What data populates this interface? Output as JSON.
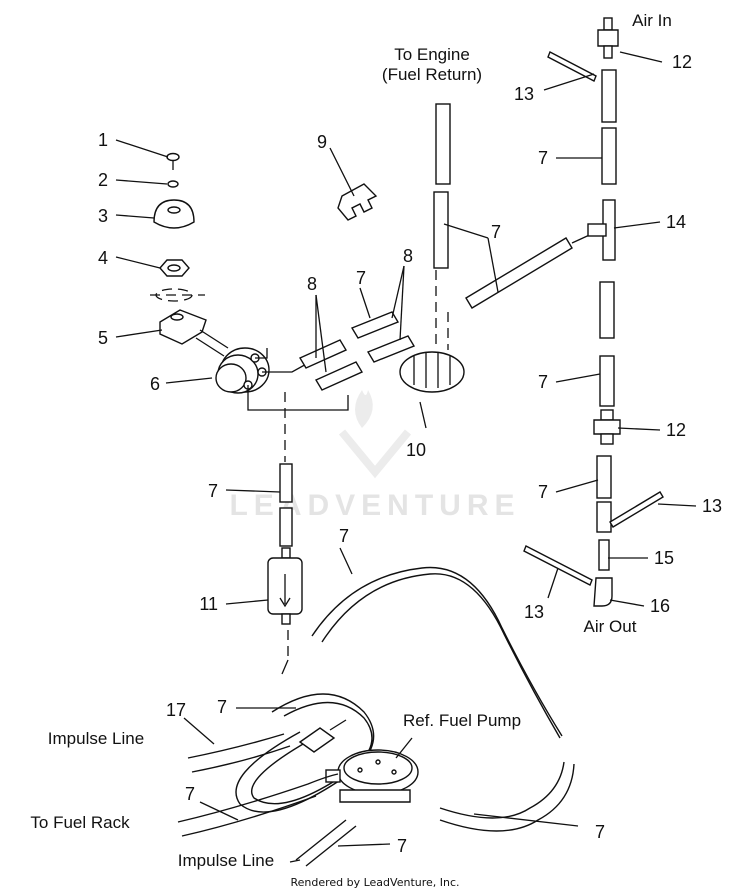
{
  "callouts": [
    "1",
    "2",
    "3",
    "4",
    "5",
    "6",
    "7",
    "8",
    "9",
    "10",
    "11",
    "12",
    "13",
    "14",
    "15",
    "16",
    "17"
  ],
  "captions": {
    "to_engine_1": "To Engine",
    "to_engine_2": "(Fuel Return)",
    "air_in": "Air In",
    "air_out": "Air Out",
    "ref_fuel_pump": "Ref. Fuel Pump",
    "impulse_line_top": "Impulse Line",
    "impulse_line_bottom": "Impulse Line",
    "to_fuel_rack": "To Fuel Rack"
  },
  "watermark": "LEADVENTURE",
  "footer": "Rendered by LeadVenture, Inc.",
  "colors": {
    "ink": "#111111",
    "watermark": "#e4e4e4",
    "background": "#ffffff"
  }
}
